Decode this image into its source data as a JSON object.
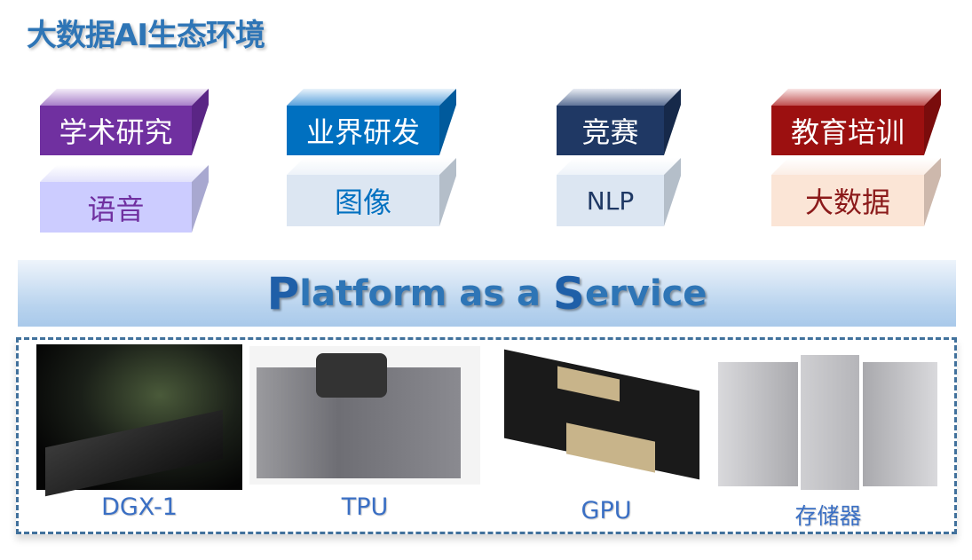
{
  "title": "大数据AI生态环境",
  "columns": [
    {
      "category": "学术研究",
      "field": "语音"
    },
    {
      "category": "业界研发",
      "field": "图像"
    },
    {
      "category": "竞赛",
      "field": "NLP"
    },
    {
      "category": "教育培训",
      "field": "大数据"
    }
  ],
  "platform": {
    "p": "P",
    "mid": "latform as a ",
    "s": "S",
    "end": "ervice"
  },
  "hardware": [
    {
      "label": "DGX-1",
      "icon": "dgx-server-image"
    },
    {
      "label": "TPU",
      "icon": "tpu-server-image"
    },
    {
      "label": "GPU",
      "icon": "tesla-gpu-image"
    },
    {
      "label": "存储器",
      "icon": "storage-rack-image"
    }
  ]
}
